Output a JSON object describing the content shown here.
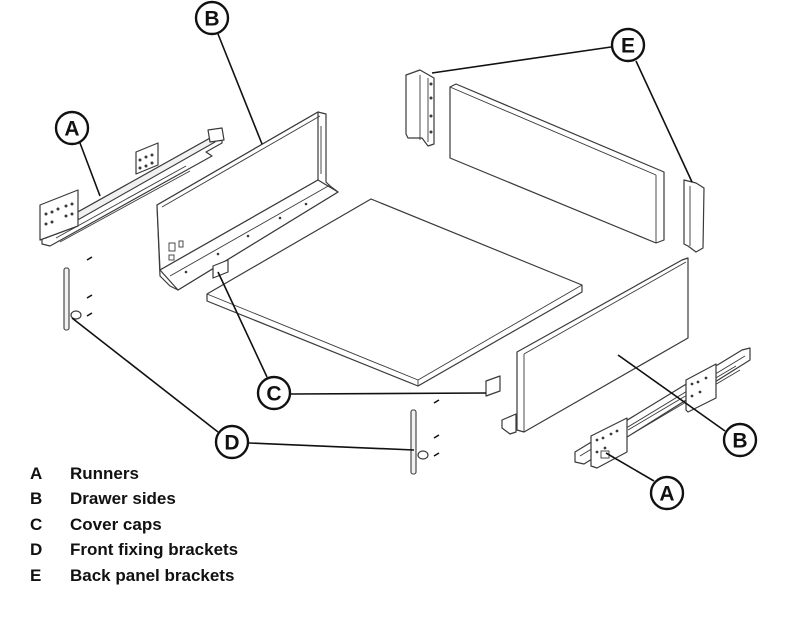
{
  "diagram": {
    "title": "Drawer assembly exploded view",
    "callouts": [
      {
        "id": "A-top",
        "letter": "A",
        "part": "Runners"
      },
      {
        "id": "B-top",
        "letter": "B",
        "part": "Drawer sides"
      },
      {
        "id": "E-top",
        "letter": "E",
        "part": "Back panel brackets"
      },
      {
        "id": "C",
        "letter": "C",
        "part": "Cover caps"
      },
      {
        "id": "D",
        "letter": "D",
        "part": "Front fixing brackets"
      },
      {
        "id": "B-bottom",
        "letter": "B",
        "part": "Drawer sides"
      },
      {
        "id": "A-bottom",
        "letter": "A",
        "part": "Runners"
      }
    ]
  },
  "legend": [
    {
      "letter": "A",
      "label": "Runners"
    },
    {
      "letter": "B",
      "label": "Drawer sides"
    },
    {
      "letter": "C",
      "label": "Cover caps"
    },
    {
      "letter": "D",
      "label": "Front fixing brackets"
    },
    {
      "letter": "E",
      "label": "Back panel brackets"
    }
  ]
}
